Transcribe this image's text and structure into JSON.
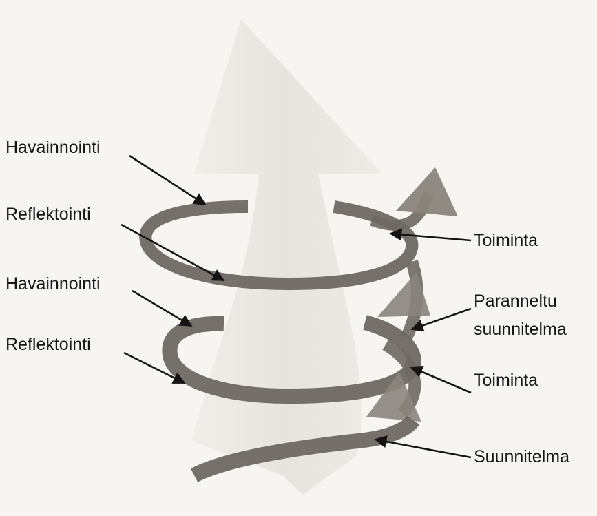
{
  "diagram": {
    "labels": {
      "left": [
        "Havainnointi",
        "Reflektointi",
        "Havainnointi",
        "Reflektointi"
      ],
      "right": {
        "toiminta_1": "Toiminta",
        "paranneltu_line1": "Paranneltu",
        "paranneltu_line2": "suunnitelma",
        "toiminta_2": "Toiminta",
        "suunnitelma": "Suunnitelma"
      }
    },
    "colors": {
      "background": "#f6f5f2",
      "big_arrow": "#e9e7e2",
      "spiral": "#6e6861",
      "spiral_arrowheads": "#8a847c",
      "text": "#161616"
    }
  }
}
